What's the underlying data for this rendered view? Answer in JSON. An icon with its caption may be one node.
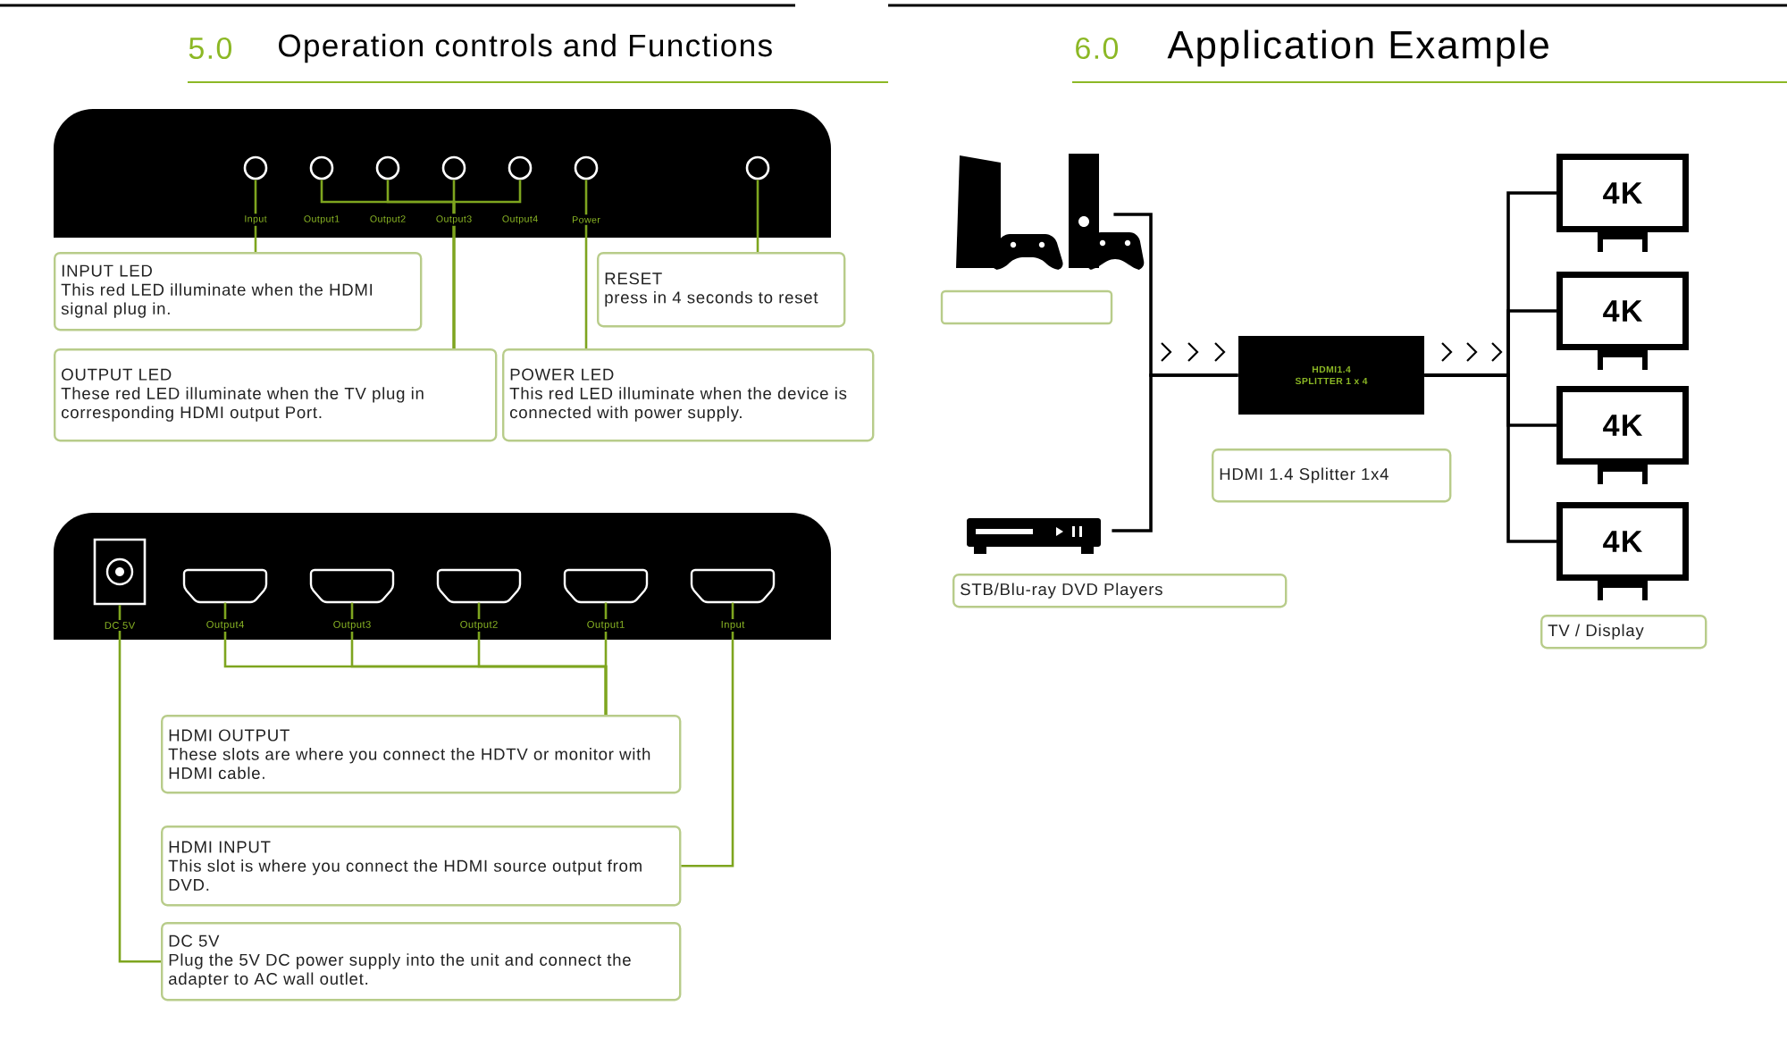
{
  "diagram": {
    "nodes": [
      {
        "text": [],
        "shape": "circle"
      },
      {
        "text": [],
        "shape": "circle"
      },
      {
        "text": [],
        "shape": "circle"
      },
      {
        "text": [],
        "shape": "circle"
      },
      {
        "text": [],
        "shape": "circle"
      },
      {
        "text": [],
        "shape": "circle"
      },
      {
        "text": [],
        "shape": "circle"
      },
      {
        "text": [
          "INPUT LED",
          "This red LED illuminate when the HDMI signal plug in."
        ]
      },
      {
        "text": [
          "RESET",
          "press in 4 seconds to reset"
        ]
      },
      {
        "text": [
          "OUTPUT LED",
          "These red LED illuminate when the TV plug in corresponding HDMI output Port."
        ]
      },
      {
        "text": [
          "POWER LED",
          "This red LED illuminate when the device is connected with power supply."
        ]
      },
      {
        "text": [],
        "shape": "box"
      },
      {
        "text": [],
        "shape": "box"
      },
      {
        "text": [],
        "shape": "box"
      },
      {
        "text": [],
        "shape": "box"
      },
      {
        "text": [],
        "shape": "box"
      },
      {
        "text": [],
        "shape": "box"
      },
      {
        "text": [
          "HDMI OUTPUT",
          "These slots are where you connect the HDTV or monitor with HDMI cable."
        ]
      },
      {
        "text": [
          "HDMI INPUT",
          "This slot is where you connect the HDMI source output from DVD."
        ]
      },
      {
        "text": [
          "DC 5V",
          "Plug the 5V DC power supply into the unit and connect the adapter to AC wall outlet."
        ]
      },
      {
        "text": [],
        "shape": "picture"
      },
      {
        "text": [],
        "shape": "box"
      },
      {
        "text": [],
        "shape": "picture"
      },
      {
        "text": [
          "STB/Blu-ray DVD Players"
        ]
      },
      {
        "text": [
          "HDMI1.4 SPLITTER 1 x 4"
        ]
      },
      {
        "text": [
          "HDMI 1.4 Splitter 1x4"
        ]
      },
      {
        "text": [
          "4K"
        ]
      },
      {
        "text": [
          "4K"
        ]
      },
      {
        "text": [
          "4K"
        ]
      },
      {
        "text": [
          "4K"
        ]
      },
      {
        "text": [
          "TV / Display"
        ]
      }
    ],
    "edges": [
      {
        "from": 0,
        "to": 7,
        "arrow": "none"
      },
      {
        "from": 1,
        "to": 9,
        "arrow": "none"
      },
      {
        "from": 2,
        "to": 9,
        "arrow": "none"
      },
      {
        "from": 3,
        "to": 9,
        "arrow": "none"
      },
      {
        "from": 4,
        "to": 9,
        "arrow": "none"
      },
      {
        "from": 5,
        "to": 10,
        "arrow": "none"
      },
      {
        "from": 6,
        "to": 8,
        "arrow": "none"
      },
      {
        "from": 12,
        "to": 17,
        "arrow": "none"
      },
      {
        "from": 13,
        "to": 17,
        "arrow": "none"
      },
      {
        "from": 14,
        "to": 17,
        "arrow": "none"
      },
      {
        "from": 15,
        "to": 17,
        "arrow": "none"
      },
      {
        "from": 16,
        "to": 18,
        "arrow": "none"
      },
      {
        "from": 11,
        "to": 19,
        "arrow": "none"
      },
      {
        "from": 20,
        "to": 24,
        "arrow": "none",
        "color": "#000000"
      },
      {
        "from": 22,
        "to": 24,
        "arrow": "none",
        "color": "#000000"
      },
      {
        "from": 24,
        "to": 26,
        "arrow": "none",
        "color": "#000000"
      },
      {
        "from": 24,
        "to": 27,
        "arrow": "none",
        "color": "#000000"
      },
      {
        "from": 24,
        "to": 28,
        "arrow": "none",
        "color": "#000000"
      },
      {
        "from": 24,
        "to": 29,
        "arrow": "none",
        "color": "#000000"
      }
    ],
    "labels": [
      "5.0",
      "Operation controls and Functions",
      "6.0",
      "Application Example",
      "Input",
      "Output1",
      "Output2",
      "Output3",
      "Output4",
      "Power",
      "DC 5V",
      "Output4",
      "Output3",
      "Output2",
      "Output1",
      "Input"
    ]
  }
}
